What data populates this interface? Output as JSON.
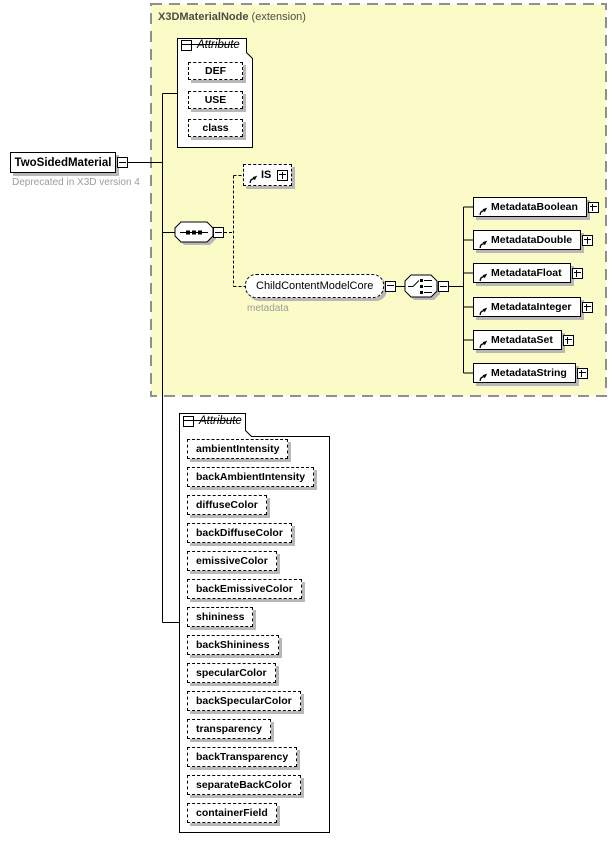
{
  "root_element": {
    "label": "TwoSidedMaterial",
    "deprecation_note": "Deprecated in X3D version 4"
  },
  "extension_region": {
    "name": "X3DMaterialNode",
    "suffix": "(extension)"
  },
  "core_attribute_group": {
    "header": "Attribute",
    "items": [
      "DEF",
      "USE",
      "class"
    ]
  },
  "is_element": {
    "label": "IS"
  },
  "child_content_model": {
    "label": "ChildContentModelCore",
    "annotation": "metadata"
  },
  "metadata_elements": [
    "MetadataBoolean",
    "MetadataDouble",
    "MetadataFloat",
    "MetadataInteger",
    "MetadataSet",
    "MetadataString"
  ],
  "material_attribute_group": {
    "header": "Attribute",
    "items": [
      "ambientIntensity",
      "backAmbientIntensity",
      "diffuseColor",
      "backDiffuseColor",
      "emissiveColor",
      "backEmissiveColor",
      "shininess",
      "backShininess",
      "specularColor",
      "backSpecularColor",
      "transparency",
      "backTransparency",
      "separateBackColor",
      "containerField"
    ]
  },
  "icons": {
    "collapse_toggle": "minus-square",
    "expand_toggle": "plus-square",
    "reference_arrow": "curved-ne-arrow",
    "sequence_compositor": "sequence",
    "choice_compositor": "choice"
  },
  "colors": {
    "region_fill": "#fbfbc8",
    "region_border": "#8f8f8f",
    "box_shadow": "#b8b8b8",
    "annotation_text": "#9c9c9c",
    "region_label_text": "#4c4c44"
  }
}
